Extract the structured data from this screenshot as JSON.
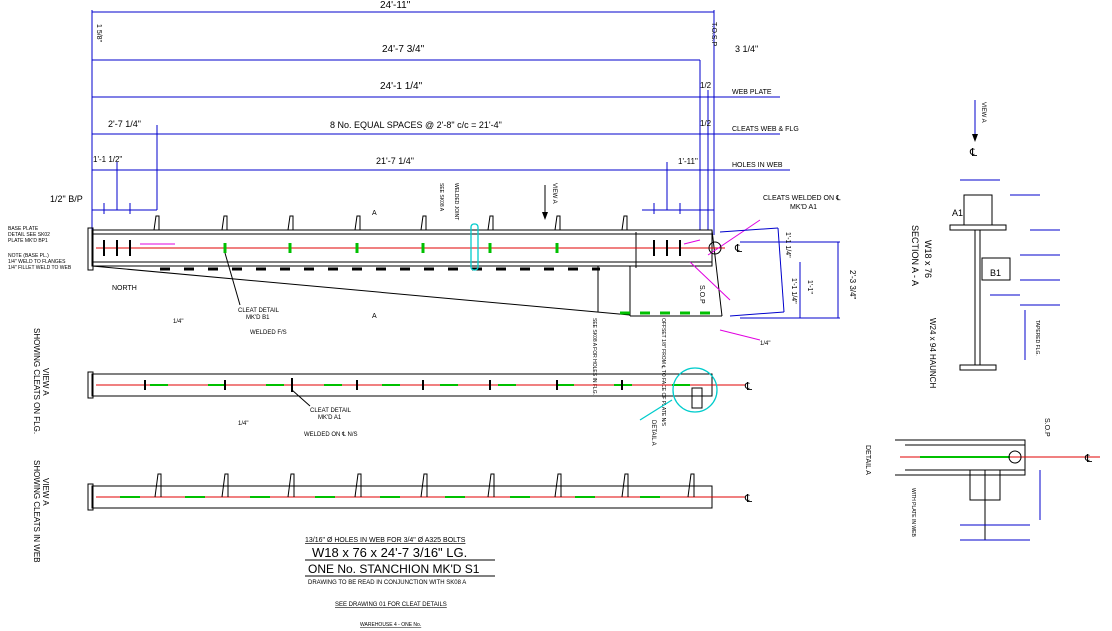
{
  "dims": {
    "overall": "24'-11\"",
    "d2": "24'-7 3/4\"",
    "d3": "24'-1 1/4\"",
    "d4_left": "2'-7 1/4\"",
    "d4_mid": "8 No. EQUAL SPACES @ 2'-8\" c/c = 21'-4\"",
    "d5_left": "1'-1 1/2\"",
    "d5_mid": "21'-7 1/4\"",
    "d5_right": "1'-11\"",
    "bp": "1/2\" B/P",
    "tos": "T.O.S.P",
    "tos_left": "1 5/8\"",
    "right_top": "3 1/4\"",
    "half1": "1/2",
    "half2": "1/2",
    "depth": "2'-3 3/4\"",
    "r1": "1'-1 1/4\"",
    "r2": "1'-1\"",
    "r3": "1'-1 1/4\""
  },
  "labels": {
    "web_plate": "WEB PLATE",
    "cleats_web_flg": "CLEATS WEB & FLG",
    "holes_in_web": "HOLES IN WEB",
    "cleats_welded": "CLEATS WELDED ON ℄",
    "mkd_a1": "MK'D A1",
    "base_plate": "BASE PLATE",
    "detail_see": "DETAIL SEE SK02",
    "plate_mkd": "PLATE MK'D BP1",
    "note_base": "NOTE (BASE PL.)",
    "weld_flanges": "1/4\" WELD TO FLANGES",
    "fillet_web": "1/4\" FILLET WELD TO WEB",
    "north": "NORTH",
    "welded_joint": "WELDED JOINT",
    "see_sk08": "SEE SK08 A",
    "view_a": "VIEW A",
    "cleat_detail": "CLEAT DETAIL",
    "mkd_b1": "MK'D B1",
    "welded_fs": "WELDED F/S",
    "quarter": "1/4\"",
    "see_sk08_holes": "SEE SK08 A FOR HOLES IN FLG.",
    "offset": "OFFSET 1/8\" FROM ℄ TO FACE OF PLATE N/S",
    "sop": "S.O.P",
    "cl": "℄",
    "a_marker": "A",
    "view_a_flg_1": "VIEW A",
    "view_a_flg_2": "SHOWING CLEATS ON FLG.",
    "view_a_web_1": "VIEW A",
    "view_a_web_2": "SHOWING CLEATS IN WEB",
    "cleat_detail2": "CLEAT DETAIL",
    "mkd_a1_2": "MK'D A1",
    "welded_on_ns": "WELDED ON ℄ N/S",
    "detail_a": "DETAIL A",
    "section": "SECTION A - A",
    "w18": "W18 x 76",
    "w24": "W24 x 94 HAUNCH",
    "tapered": "TAPERED FLG.",
    "a1": "A1",
    "b1": "B1",
    "detail_a_right": "DETAIL A",
    "with_plate": "WITH PLATE IN WEB",
    "holes_note": "13/16\" Ø HOLES IN WEB FOR 3/4\" Ø A325 BOLTS"
  },
  "title": {
    "holes": "13/16\" Ø HOLES IN WEB FOR 3/4\" Ø A325 BOLTS",
    "main": "W18 x 76 x 24'-7 3/16\" LG.",
    "stanchion": "ONE No. STANCHION MK'D S1",
    "read": "DRAWING TO BE READ IN CONJUNCTION WITH SK08 A",
    "see_drawing": "SEE DRAWING 01 FOR CLEAT DETAILS",
    "warehouse": "WAREHOUSE 4 - ONE No."
  }
}
